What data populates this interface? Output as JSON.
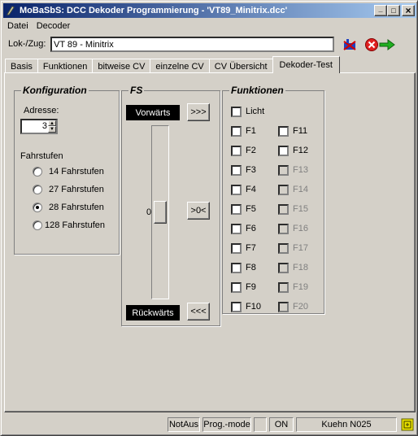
{
  "window": {
    "title": "MoBaSbS: DCC Dekoder Programmierung  -  'VT89_Minitrix.dcc'",
    "minimize": "_",
    "maximize": "□",
    "close": "×"
  },
  "menu": [
    "Datei",
    "Decoder"
  ],
  "lok": {
    "label": "Lok-/Zug:",
    "value": "VT 89 - Minitrix"
  },
  "toolbar_icons": [
    "decoder-read-icon",
    "stop-icon",
    "arrow-right-icon"
  ],
  "tabs": [
    {
      "label": "Basis",
      "active": false
    },
    {
      "label": "Funktionen",
      "active": false
    },
    {
      "label": "bitweise CV",
      "active": false
    },
    {
      "label": "einzelne CV",
      "active": false
    },
    {
      "label": "CV Übersicht",
      "active": false
    },
    {
      "label": "Dekoder-Test",
      "active": true
    }
  ],
  "konfiguration": {
    "legend": "Konfiguration",
    "address_label": "Adresse:",
    "address_value": "3",
    "fahrstufen_label": "Fahrstufen",
    "options": [
      "14 Fahrstufen",
      "27 Fahrstufen",
      "28 Fahrstufen",
      "128 Fahrstufen"
    ],
    "selected_index": 2
  },
  "fs": {
    "legend": "FS",
    "forward_label": "Vorwärts",
    "backward_label": "Rückwärts",
    "forward_button": ">>>",
    "stop_button": ">0<",
    "backward_button": "<<<",
    "speed_value": "0",
    "slider_level": 0
  },
  "funktionen": {
    "legend": "Funktionen",
    "licht": "Licht",
    "left": [
      "F1",
      "F2",
      "F3",
      "F4",
      "F5",
      "F6",
      "F7",
      "F8",
      "F9",
      "F10"
    ],
    "right": [
      "F11",
      "F12",
      "F13",
      "F14",
      "F15",
      "F16",
      "F17",
      "F18",
      "F19",
      "F20"
    ],
    "right_enabled": [
      true,
      true,
      false,
      false,
      false,
      false,
      false,
      false,
      false,
      false
    ]
  },
  "status": {
    "notaus": "NotAus",
    "progmode": "Prog.-mode",
    "empty": "",
    "on": "ON",
    "station": "Kuehn N025"
  },
  "colors": {
    "title_start": "#0a246a",
    "title_end": "#a6caf0",
    "face": "#d4d0c8"
  }
}
